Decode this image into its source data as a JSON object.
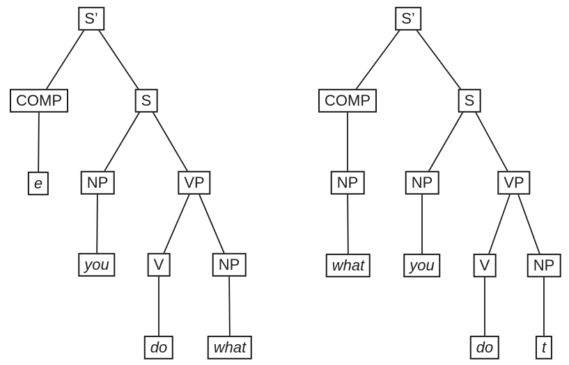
{
  "colors": {
    "line": "#1a1a1a",
    "background": "#ffffff"
  },
  "trees": [
    {
      "name": "left-tree",
      "nodes": [
        {
          "id": "sp",
          "label": "S’",
          "terminal": false
        },
        {
          "id": "comp",
          "label": "COMP",
          "terminal": false
        },
        {
          "id": "s",
          "label": "S",
          "terminal": false
        },
        {
          "id": "e",
          "label": "e",
          "terminal": true
        },
        {
          "id": "np1",
          "label": "NP",
          "terminal": false
        },
        {
          "id": "vp",
          "label": "VP",
          "terminal": false
        },
        {
          "id": "you",
          "label": "you",
          "terminal": true
        },
        {
          "id": "v",
          "label": "V",
          "terminal": false
        },
        {
          "id": "np2",
          "label": "NP",
          "terminal": false
        },
        {
          "id": "do",
          "label": "do",
          "terminal": true
        },
        {
          "id": "what",
          "label": "what",
          "terminal": true
        }
      ],
      "edges": [
        [
          "sp",
          "comp"
        ],
        [
          "sp",
          "s"
        ],
        [
          "comp",
          "e"
        ],
        [
          "s",
          "np1"
        ],
        [
          "s",
          "vp"
        ],
        [
          "np1",
          "you"
        ],
        [
          "vp",
          "v"
        ],
        [
          "vp",
          "np2"
        ],
        [
          "v",
          "do"
        ],
        [
          "np2",
          "what"
        ]
      ]
    },
    {
      "name": "right-tree",
      "nodes": [
        {
          "id": "sp",
          "label": "S’",
          "terminal": false
        },
        {
          "id": "comp",
          "label": "COMP",
          "terminal": false
        },
        {
          "id": "s",
          "label": "S",
          "terminal": false
        },
        {
          "id": "np1",
          "label": "NP",
          "terminal": false
        },
        {
          "id": "what",
          "label": "what",
          "terminal": true
        },
        {
          "id": "np2",
          "label": "NP",
          "terminal": false
        },
        {
          "id": "you",
          "label": "you",
          "terminal": true
        },
        {
          "id": "vp",
          "label": "VP",
          "terminal": false
        },
        {
          "id": "v",
          "label": "V",
          "terminal": false
        },
        {
          "id": "np3",
          "label": "NP",
          "terminal": false
        },
        {
          "id": "do",
          "label": "do",
          "terminal": true
        },
        {
          "id": "t",
          "label": "t",
          "terminal": true
        }
      ],
      "edges": [
        [
          "sp",
          "comp"
        ],
        [
          "sp",
          "s"
        ],
        [
          "comp",
          "np1"
        ],
        [
          "np1",
          "what"
        ],
        [
          "s",
          "np2"
        ],
        [
          "s",
          "vp"
        ],
        [
          "np2",
          "you"
        ],
        [
          "vp",
          "v"
        ],
        [
          "vp",
          "np3"
        ],
        [
          "v",
          "do"
        ],
        [
          "np3",
          "t"
        ]
      ]
    }
  ]
}
